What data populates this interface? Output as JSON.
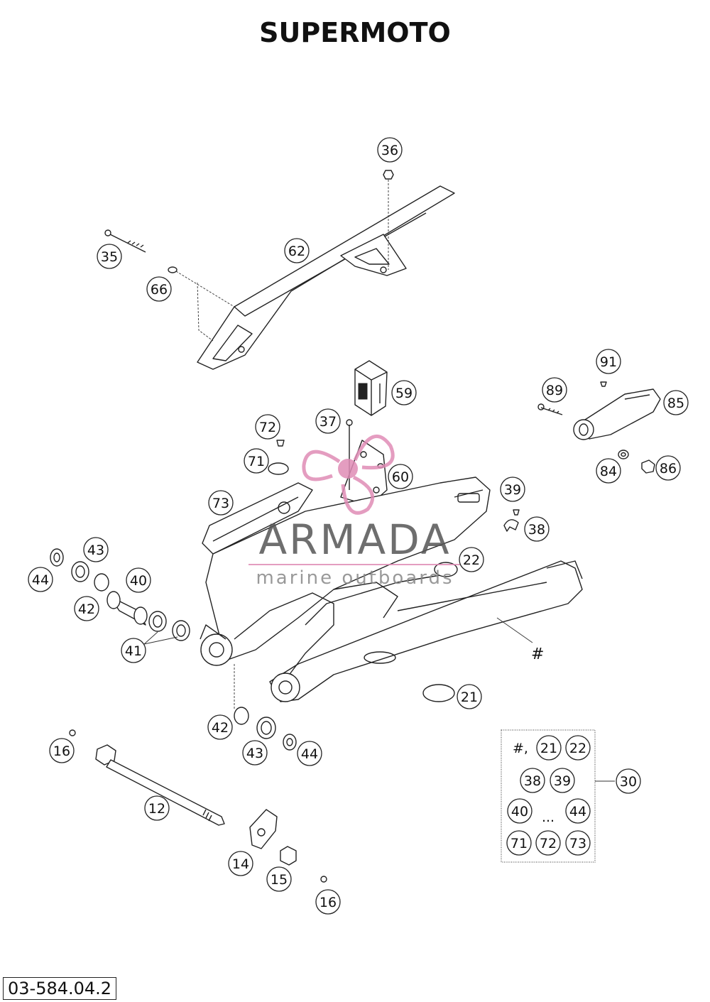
{
  "title": "SUPERMOTO",
  "drawing_code": "03-584.04.2",
  "watermark": {
    "brand": "ARMADA",
    "tagline": "marine outboards",
    "colors": {
      "brand_text": "#555555",
      "accent": "#e08cb6"
    }
  },
  "hash_marker": "#",
  "callouts": [
    "36",
    "35",
    "62",
    "66",
    "59",
    "91",
    "89",
    "85",
    "72",
    "37",
    "71",
    "60",
    "84",
    "86",
    "73",
    "39",
    "38",
    "43",
    "44",
    "40",
    "22",
    "42",
    "41",
    "21",
    "16",
    "42",
    "43",
    "44",
    "12",
    "14",
    "15",
    "16",
    "30"
  ],
  "kit_box": {
    "rows": [
      [
        "#,",
        "21",
        "22"
      ],
      [
        "38",
        "39"
      ],
      [
        "40",
        "...",
        "44"
      ],
      [
        "71",
        "72",
        "73"
      ]
    ]
  }
}
